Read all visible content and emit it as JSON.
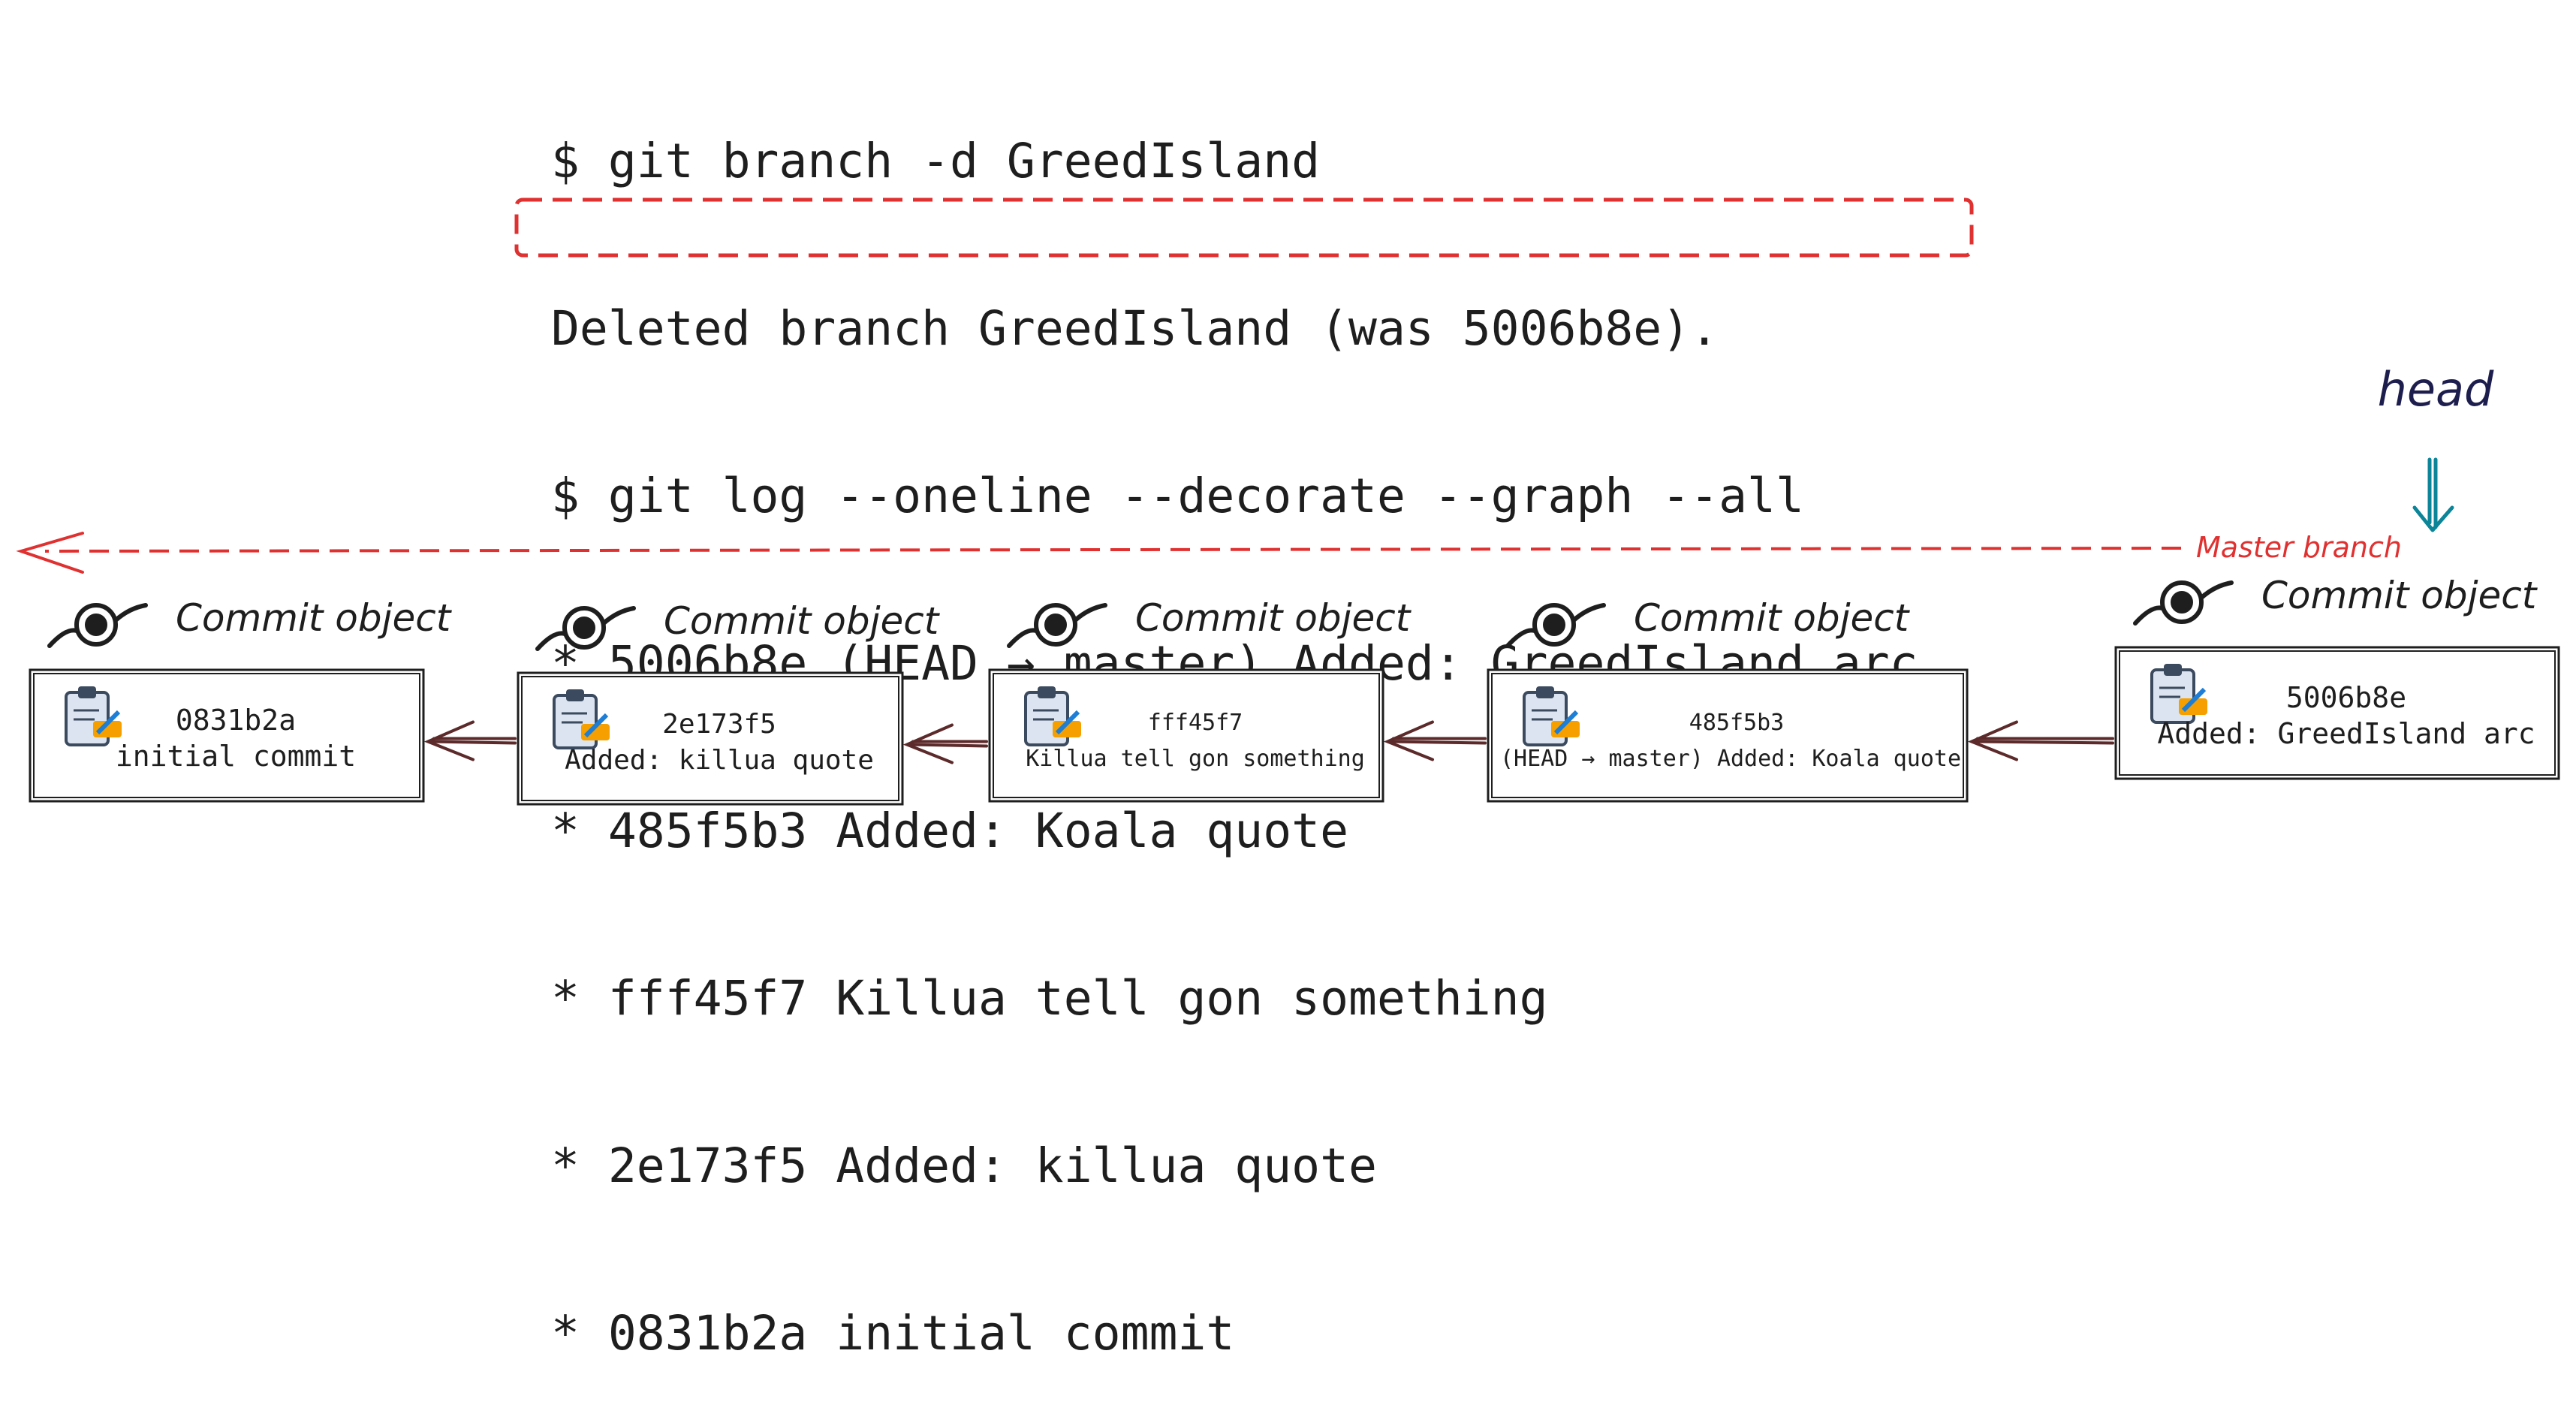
{
  "terminal": {
    "lines": [
      "$ git branch -d GreedIsland",
      "Deleted branch GreedIsland (was 5006b8e).",
      "$ git log --oneline --decorate --graph --all",
      "* 5006b8e (HEAD → master) Added: GreedIsland arc",
      "* 485f5b3 Added: Koala quote",
      "* fff45f7 Killua tell gon something",
      "* 2e173f5 Added: killua quote",
      "* 0831b2a initial commit"
    ],
    "highlighted_line_index": 3,
    "highlight_color": "#e03131"
  },
  "head_label": "head",
  "head_arrow_color": "#0c8599",
  "head_label_color": "#1e1e4e",
  "branch_label": "Master branch",
  "branch_color": "#e03131",
  "commit_header": "Commit object",
  "arrow_color": "#5c2a2a",
  "commits": [
    {
      "hash": "0831b2a",
      "message": "initial commit",
      "icon": "clipboard-icon"
    },
    {
      "hash": "2e173f5",
      "message": "Added: killua quote",
      "icon": "clipboard-icon"
    },
    {
      "hash": "fff45f7",
      "message": "Killua tell gon something",
      "icon": "clipboard-icon"
    },
    {
      "hash": "485f5b3",
      "message": "(HEAD → master) Added: Koala quote",
      "icon": "clipboard-icon"
    },
    {
      "hash": "5006b8e",
      "message": "Added: GreedIsland arc",
      "icon": "clipboard-icon"
    }
  ],
  "header_icon": "git-swirl-icon"
}
